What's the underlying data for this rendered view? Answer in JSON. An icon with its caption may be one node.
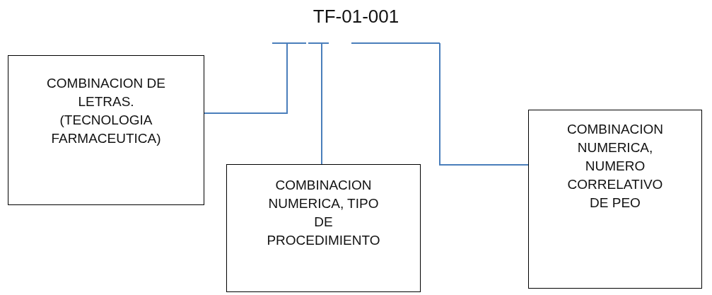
{
  "diagram": {
    "nodes": [
      {
        "text": [
          "TF-01-001"
        ]
      },
      {
        "text": [
          "COMBINACION DE LETRAS. (TECNOLOGIA FARMACEUTICA)"
        ]
      },
      {
        "text": [
          "COMBINACION NUMERICA, TIPO DE PROCEDIMIENTO"
        ]
      },
      {
        "text": [
          "COMBINACION NUMERICA, NUMERO CORRELATIVO DE PEO"
        ]
      }
    ],
    "edges": [
      {
        "from": 1,
        "to": 0,
        "arrow": "none"
      },
      {
        "from": 2,
        "to": 0,
        "arrow": "none"
      },
      {
        "from": 3,
        "to": 0,
        "arrow": "none"
      }
    ]
  }
}
